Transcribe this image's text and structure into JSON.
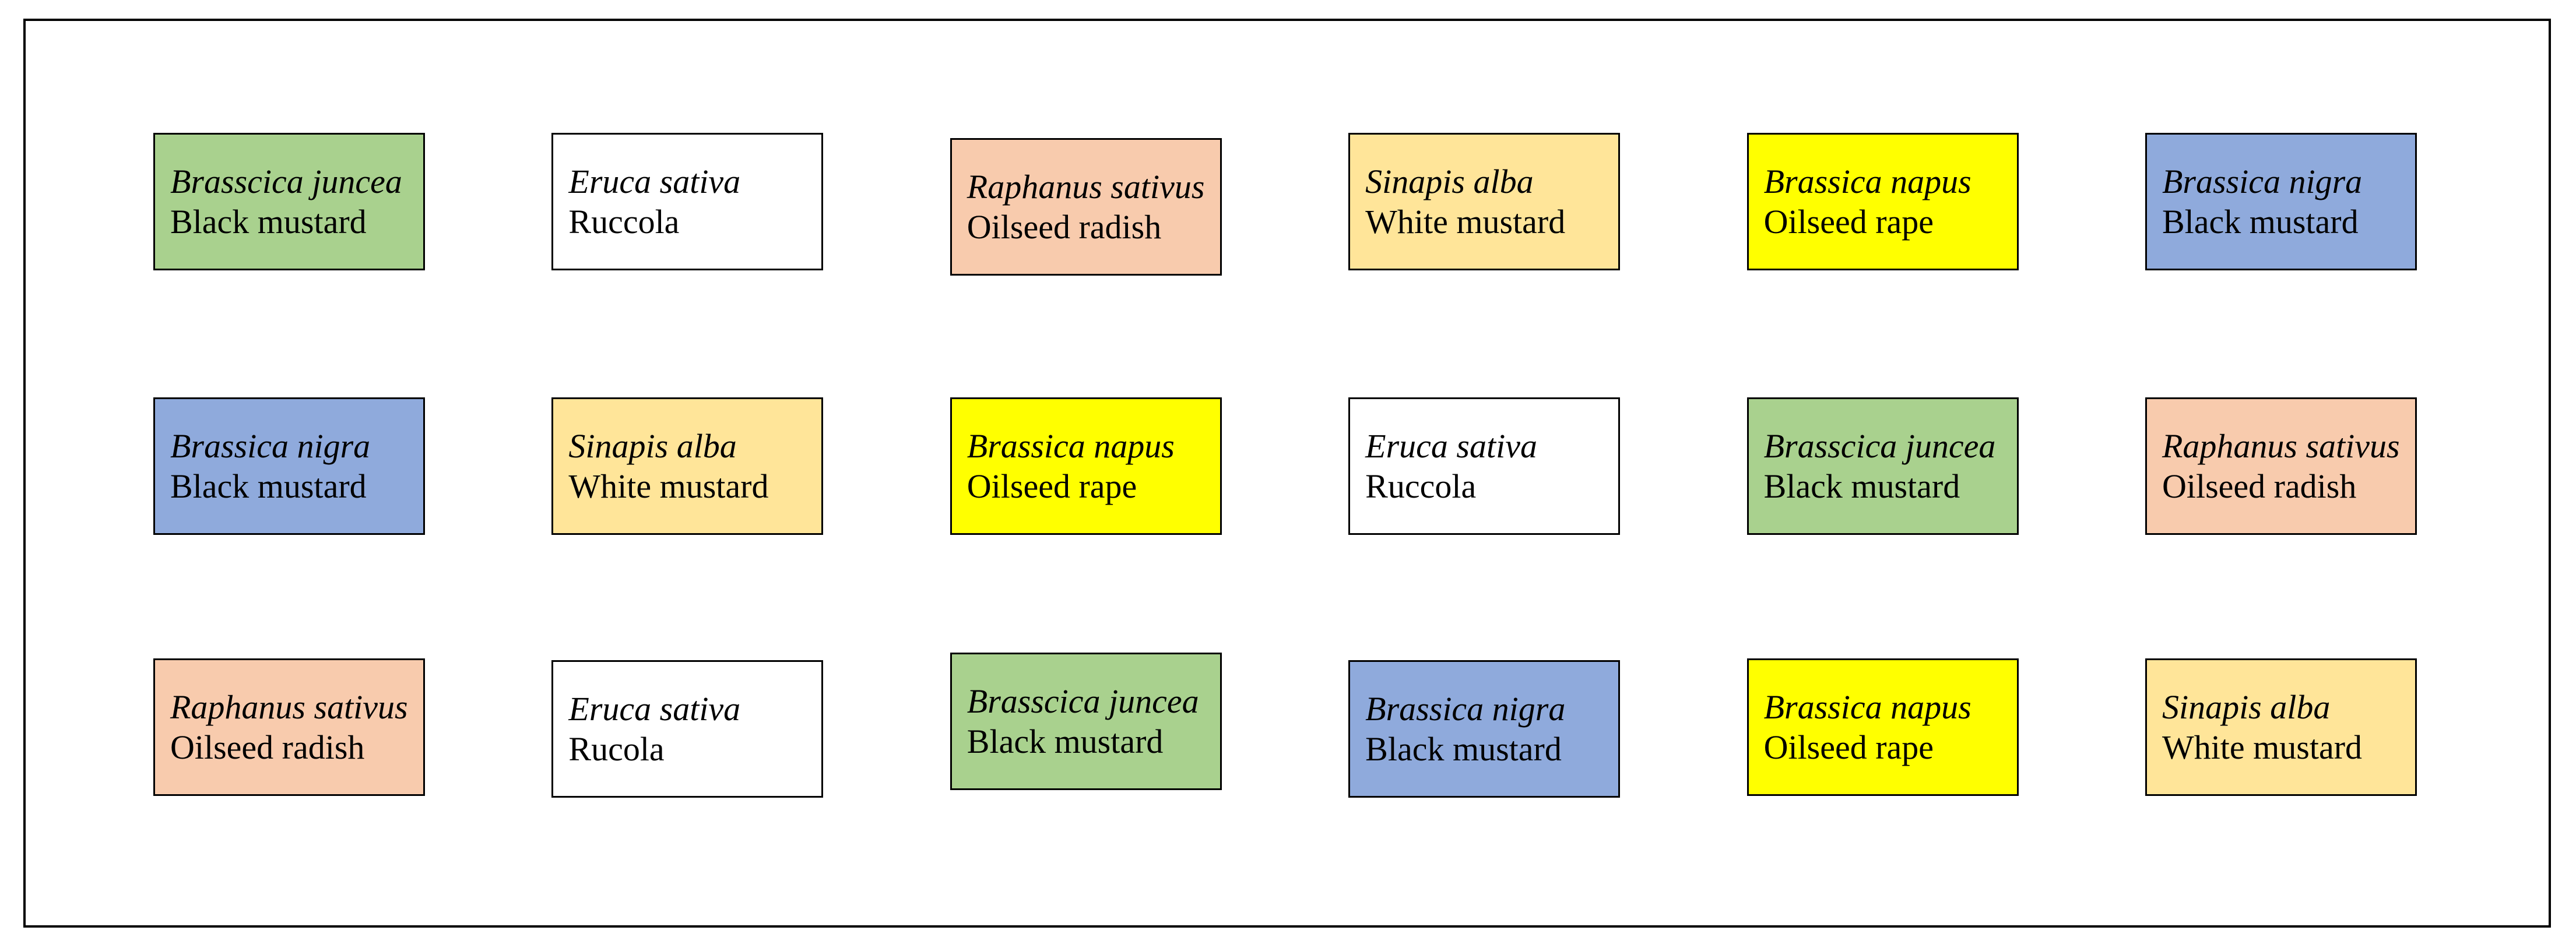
{
  "figure": {
    "description": "Grid of plant species labels, 3 rows by 6 columns, inside a black rectangular frame",
    "background": "#ffffff",
    "frame_border_color": "#000000"
  },
  "palette": {
    "green": "#A9D18E",
    "white": "#FFFFFF",
    "peach": "#F8CBAD",
    "wheat": "#FFE599",
    "yellow": "#FFFF00",
    "blue": "#8FAADC"
  },
  "grid": {
    "rows": 3,
    "cols": 6,
    "cells": [
      {
        "row": 1,
        "col": 1,
        "species": "Brasscica juncea",
        "common": "Black mustard",
        "color": "green"
      },
      {
        "row": 1,
        "col": 2,
        "species": "Eruca sativa",
        "common": "Ruccola",
        "color": "white"
      },
      {
        "row": 1,
        "col": 3,
        "species": "Raphanus sativus",
        "common": "Oilseed radish",
        "color": "peach"
      },
      {
        "row": 1,
        "col": 4,
        "species": "Sinapis alba",
        "common": "White mustard",
        "color": "wheat"
      },
      {
        "row": 1,
        "col": 5,
        "species": "Brassica napus",
        "common": "Oilseed rape",
        "color": "yellow"
      },
      {
        "row": 1,
        "col": 6,
        "species": "Brassica nigra",
        "common": "Black mustard",
        "color": "blue"
      },
      {
        "row": 2,
        "col": 1,
        "species": "Brassica nigra",
        "common": "Black mustard",
        "color": "blue"
      },
      {
        "row": 2,
        "col": 2,
        "species": "Sinapis alba",
        "common": "White mustard",
        "color": "wheat"
      },
      {
        "row": 2,
        "col": 3,
        "species": "Brassica napus",
        "common": "Oilseed rape",
        "color": "yellow"
      },
      {
        "row": 2,
        "col": 4,
        "species": "Eruca sativa",
        "common": "Ruccola",
        "color": "white"
      },
      {
        "row": 2,
        "col": 5,
        "species": "Brasscica juncea",
        "common": "Black mustard",
        "color": "green"
      },
      {
        "row": 2,
        "col": 6,
        "species": "Raphanus sativus",
        "common": "Oilseed radish",
        "color": "peach"
      },
      {
        "row": 3,
        "col": 1,
        "species": "Raphanus sativus",
        "common": "Oilseed radish",
        "color": "peach"
      },
      {
        "row": 3,
        "col": 2,
        "species": "Eruca sativa",
        "common": "Rucola",
        "color": "white"
      },
      {
        "row": 3,
        "col": 3,
        "species": "Brasscica juncea",
        "common": "Black mustard",
        "color": "green"
      },
      {
        "row": 3,
        "col": 4,
        "species": "Brassica nigra",
        "common": "Black mustard",
        "color": "blue"
      },
      {
        "row": 3,
        "col": 5,
        "species": "Brassica napus",
        "common": "Oilseed rape",
        "color": "yellow"
      },
      {
        "row": 3,
        "col": 6,
        "species": "Sinapis alba",
        "common": "White mustard",
        "color": "wheat"
      }
    ]
  }
}
